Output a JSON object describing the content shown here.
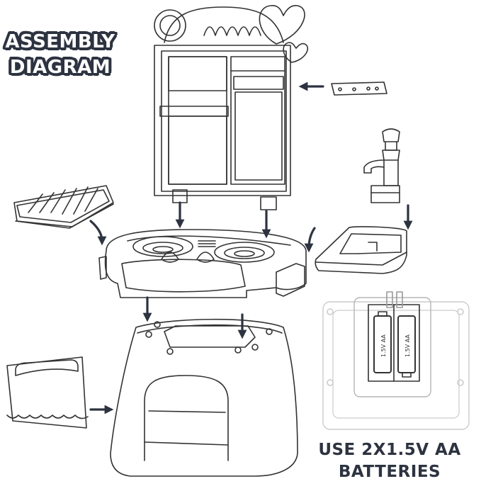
{
  "title": {
    "line1": "ASSEMBLY",
    "line2": "DIAGRAM"
  },
  "battery_note": {
    "line1": "USE 2X1.5V AA",
    "line2": "BATTERIES",
    "cell_label": "1.5V AA"
  },
  "colors": {
    "outline": "#333333",
    "arrow": "#2d3340",
    "title_fill": "#ffffff",
    "light_outline": "#bfbfbf"
  },
  "parts": [
    "backboard-with-shelves",
    "hanging-bar",
    "water-faucet",
    "dish-rack",
    "stove-top",
    "sink-basin",
    "stool-base",
    "side-door-panel",
    "battery-compartment"
  ]
}
